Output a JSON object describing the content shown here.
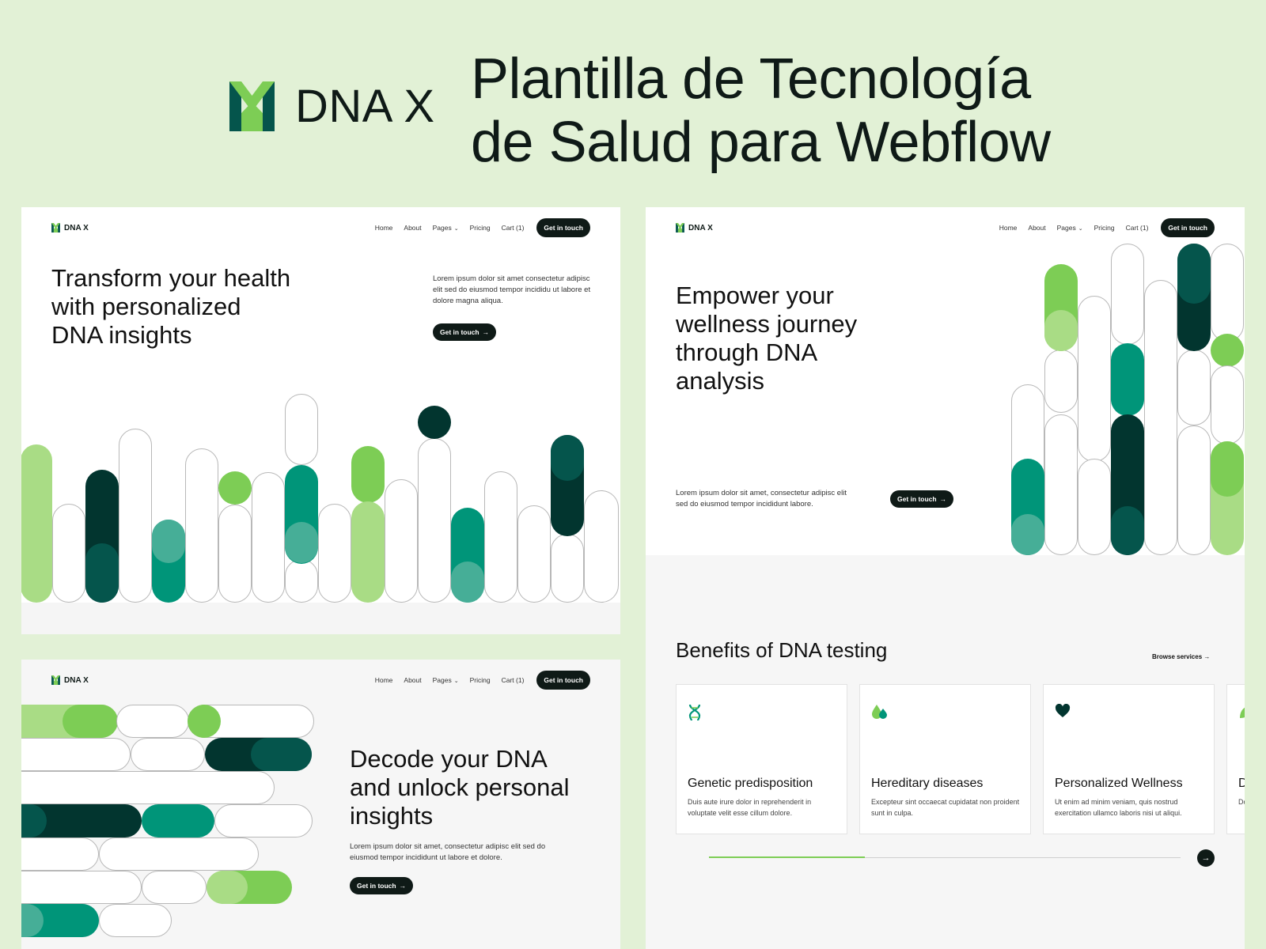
{
  "brand": {
    "name": "DNA X"
  },
  "headline": {
    "line1": "Plantilla de Tecnología",
    "line2": "de Salud para Webflow"
  },
  "nav": {
    "logo": "DNA X",
    "links": [
      "Home",
      "About",
      "Pages",
      "Pricing",
      "Cart (1)"
    ],
    "cta": "Get in touch"
  },
  "panel1": {
    "title_lines": [
      "Transform your health",
      "with personalized",
      "DNA insights"
    ],
    "body": "Lorem ipsum dolor sit amet consectetur adipisc elit sed do eiusmod tempor incididu ut labore et dolore magna aliqua.",
    "button": "Get in touch"
  },
  "panel2": {
    "title_lines": [
      "Empower your",
      "wellness journey",
      "through DNA",
      "analysis"
    ],
    "body": "Lorem ipsum dolor sit amet, consectetur adipisc elit sed do eiusmod tempor incididunt labore.",
    "button": "Get in touch",
    "benefits": {
      "title": "Benefits of DNA testing",
      "link": "Browse services",
      "cards": [
        {
          "title": "Genetic predisposition",
          "body": "Duis aute irure dolor in reprehenderit in voluptate velit esse cillum dolore.",
          "icon": "dna-icon"
        },
        {
          "title": "Hereditary diseases",
          "body": "Excepteur sint occaecat cupidatat non proident sunt in culpa.",
          "icon": "drops-icon"
        },
        {
          "title": "Personalized Wellness",
          "body": "Ut enim ad minim veniam, quis nostrud exercitation ullamco laboris nisi ut aliqui.",
          "icon": "heart-icon"
        },
        {
          "title": "D",
          "body": "Do vo",
          "icon": "leaf-icon"
        }
      ],
      "carousel_progress": 0.33
    }
  },
  "panel3": {
    "title_lines": [
      "Decode your DNA",
      "and unlock personal",
      "insights"
    ],
    "body": "Lorem ipsum dolor sit amet, consectetur adipisc elit sed do eiusmod tempor incididunt ut labore et dolore.",
    "button": "Get in touch"
  },
  "colors": {
    "background": "#e2f1d6",
    "dark": "#0f1a17",
    "teal": "#009579",
    "deep_teal": "#02352f",
    "mid_teal": "#05554c",
    "green": "#7dcd55",
    "light_green": "#a9dc85"
  }
}
